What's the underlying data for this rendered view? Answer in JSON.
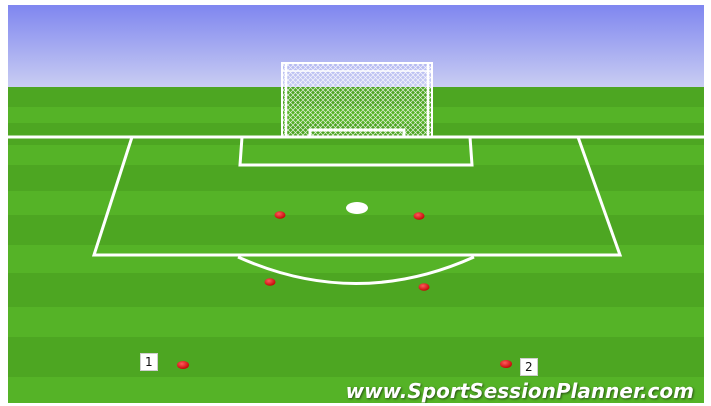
{
  "colors": {
    "sky_top": "#7f86f0",
    "sky_bottom": "#c9cdf2",
    "grass_light": "#5fbd2e",
    "grass_dark": "#3f9a1c",
    "line": "#ffffff",
    "cone": "#e01010"
  },
  "players": [
    {
      "label": "1"
    },
    {
      "label": "2"
    }
  ],
  "watermark": "www.SportSessionPlanner.com",
  "icons": [
    "goal-net-icon",
    "cone-icon",
    "ball-spot-icon"
  ]
}
